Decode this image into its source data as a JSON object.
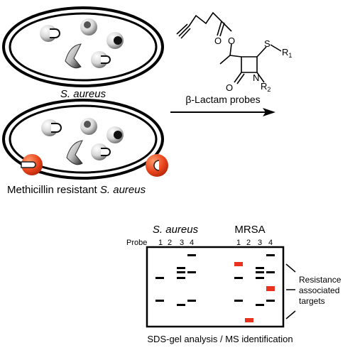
{
  "top_label": {
    "italic": "S. aureus"
  },
  "mrsa_label": {
    "plain": "Methicillin resistant ",
    "italic": "S. aureus"
  },
  "probes_label": "β-Lactam probes",
  "structure": {
    "oxygen": "O",
    "nitrogen": "N",
    "sulfur": "S",
    "r1": "R",
    "r1_sub": "1",
    "r2": "R",
    "r2_sub": "2"
  },
  "gel": {
    "group1_label": "S. aureus",
    "group2_label": "MRSA",
    "probe_label": "Probe",
    "lane_numbers": [
      "1",
      "2",
      "3",
      "4"
    ],
    "lane_numbers_2": [
      "1",
      "2",
      "3",
      "4"
    ],
    "bracket_label": [
      "Resistance",
      "associated",
      "targets"
    ],
    "caption": "SDS-gel analysis / MS identification"
  },
  "colors": {
    "band": "#000000",
    "resistance_band": "#e8321e",
    "pbp_orange": "#e8431c",
    "membrane": "#000000"
  },
  "icons": [
    "bacterium-cell-icon",
    "protein-pocket-icon",
    "orange-resistance-protein-icon"
  ]
}
